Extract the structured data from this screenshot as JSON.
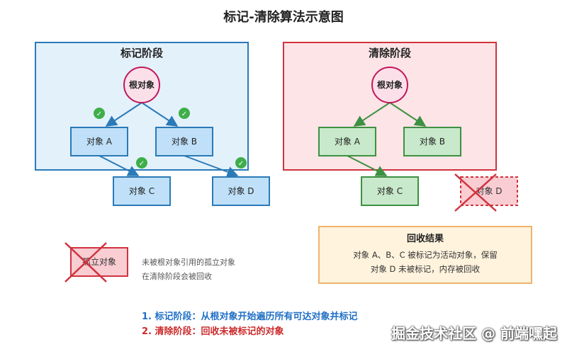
{
  "title": "标记-清除算法示意图",
  "phases": {
    "mark": {
      "label": "标记阶段"
    },
    "sweep": {
      "label": "清除阶段"
    }
  },
  "nodes": {
    "root": "根对象",
    "a": "对象 A",
    "b": "对象 B",
    "c": "对象 C",
    "d": "对象 D",
    "check": "✓"
  },
  "legend": {
    "label": "孤立对象",
    "desc_line1": "未被根对象引用的孤立对象",
    "desc_line2": "在清除阶段会被回收"
  },
  "result": {
    "title": "回收结果",
    "line1": "对象 A、B、C 被标记为活动对象，保留",
    "line2": "对象 D 未被标记，内存被回收"
  },
  "notes": {
    "step1": "1. 标记阶段：从根对象开始遍历所有可达对象并标记",
    "step2": "2. 清除阶段：回收未被标记的对象"
  },
  "watermark": "掘金技术社区 @ 前端嘿起",
  "colors": {
    "mark_stroke": "#2a7ab8",
    "mark_fill": "#e3f1fb",
    "node_blue_fill": "#bfe0f8",
    "sweep_stroke": "#d0333f",
    "sweep_fill": "#fde4e7",
    "node_green_fill": "#c8e9cb",
    "node_green_stroke": "#3d9142",
    "root_stroke": "#c2185b",
    "check_green": "#3fae49",
    "result_fill": "#fff3dd",
    "result_stroke": "#f0b46b",
    "note1": "#1f6fc5",
    "note2": "#cc2a2a"
  }
}
